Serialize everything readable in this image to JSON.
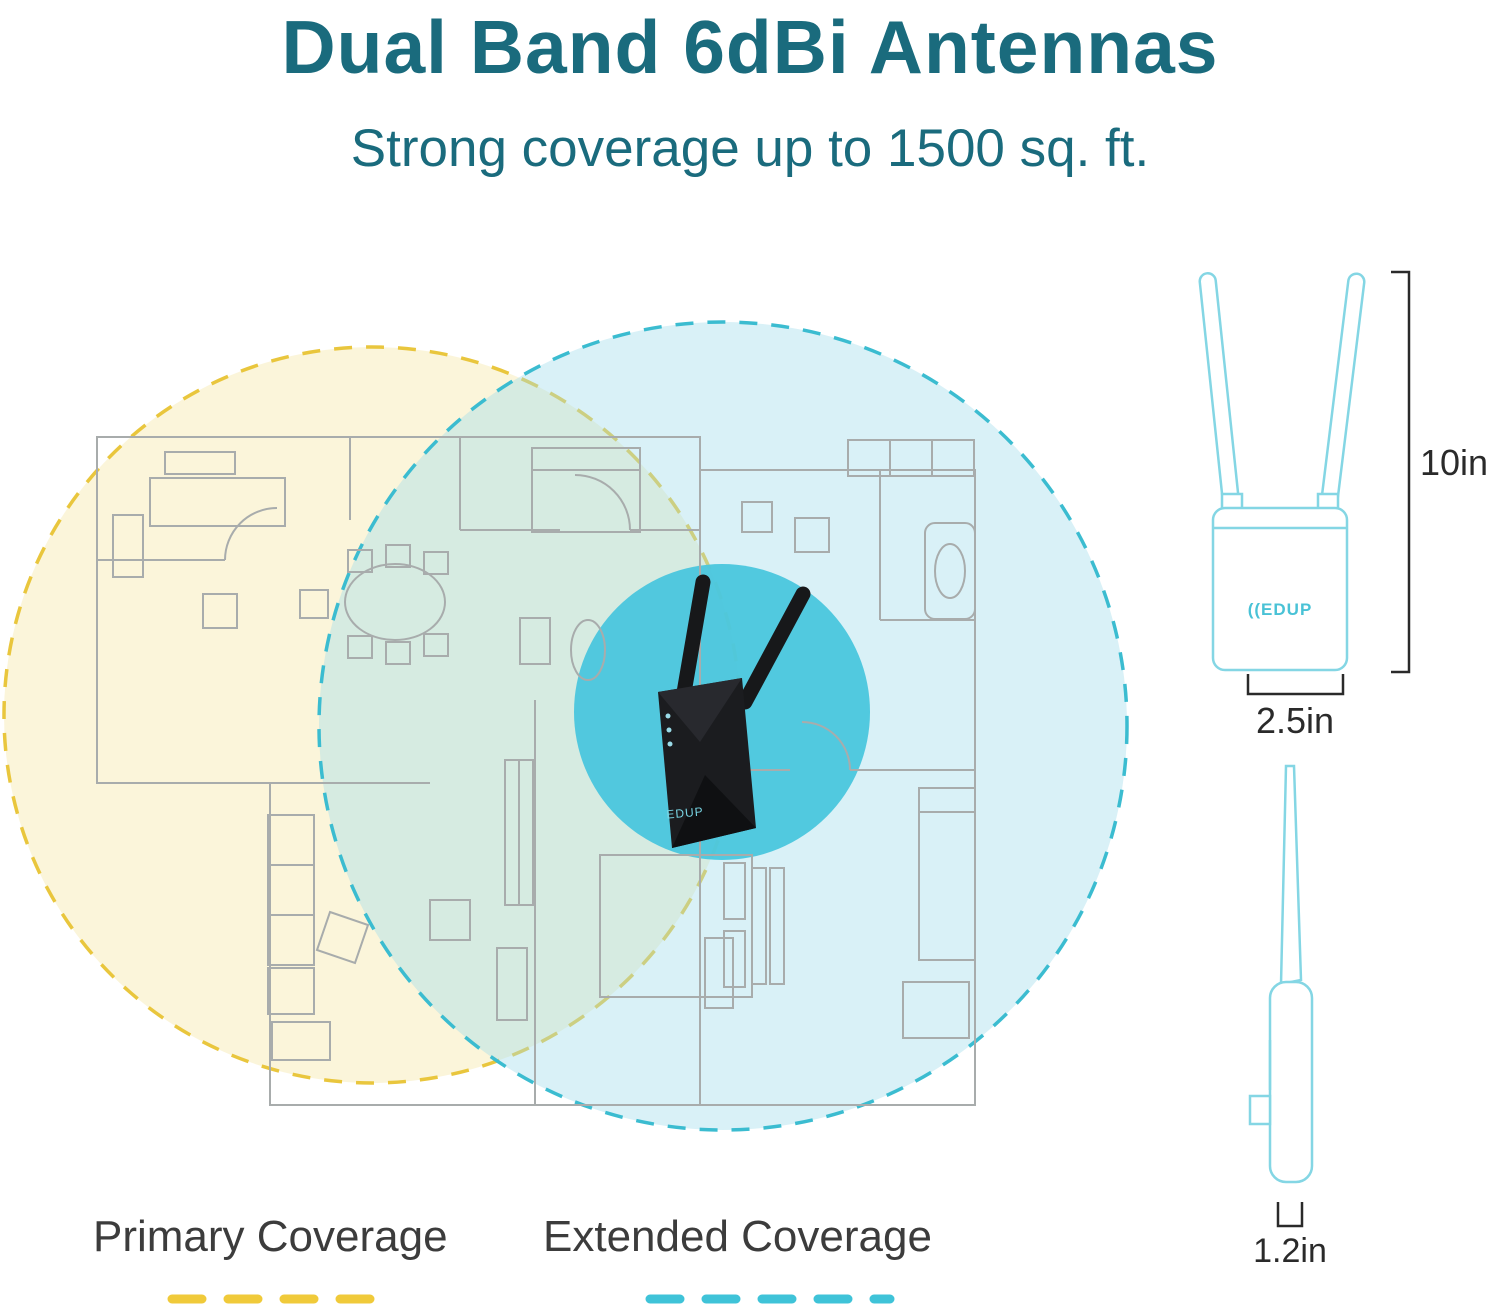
{
  "header": {
    "title": "Dual Band 6dBi Antennas",
    "subtitle": "Strong coverage up to 1500 sq. ft."
  },
  "diagram": {
    "device": {
      "brand": "EDUP"
    }
  },
  "legend": {
    "primary_label": "Primary Coverage",
    "extended_label": "Extended Coverage"
  },
  "dimensions": {
    "height_label": "10in",
    "width_label": "2.5in",
    "depth_label": "1.2in"
  },
  "icons": {
    "wifi_arcs": "(("
  },
  "colors": {
    "heading_teal": "#1a6b7d",
    "primary_yellow": "#f0ca3a",
    "primary_fill": "#f7e9ae",
    "extended_cyan": "#3fc3d8",
    "extended_fill": "#c8ebf2",
    "center_circle_cyan": "#4ac6dd",
    "floorplan_gray": "#a8acac",
    "outline_drawing_cyan": "#84d6e4",
    "device_black": "#1b1c1f"
  }
}
